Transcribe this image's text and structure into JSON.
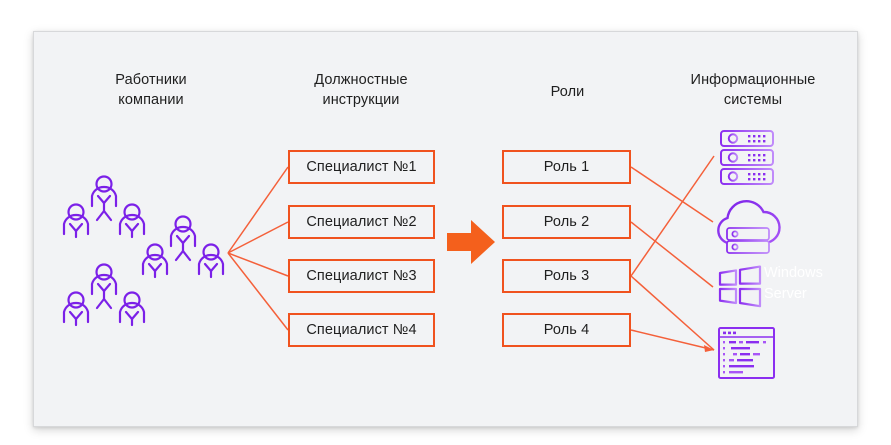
{
  "canvas": {
    "background": "#ffffff",
    "card_background": "#f2f3f5",
    "card_border": "#d7d8da"
  },
  "palette": {
    "orange": "#f0521e",
    "orange_line": "#f4603a",
    "purple": "#7b20e8",
    "purple_light": "#b36bf5",
    "text": "#1f1f1f",
    "white_text": "#ffffff"
  },
  "columns": {
    "employees": {
      "heading": "Работники\nкомпании"
    },
    "jobs": {
      "heading": "Должностные\nинструкции"
    },
    "roles": {
      "heading": "Роли"
    },
    "systems": {
      "heading": "Информационные\nсистемы"
    }
  },
  "employee_groups": [
    {
      "name": "employee-group-top-left"
    },
    {
      "name": "employee-group-bottom-left"
    },
    {
      "name": "employee-group-right"
    }
  ],
  "job_boxes": [
    {
      "label": "Специалист №1"
    },
    {
      "label": "Специалист №2"
    },
    {
      "label": "Специалист №3"
    },
    {
      "label": "Специалист №4"
    }
  ],
  "role_boxes": [
    {
      "label": "Роль 1"
    },
    {
      "label": "Роль 2"
    },
    {
      "label": "Роль 3"
    },
    {
      "label": "Роль 4"
    }
  ],
  "systems": [
    {
      "name": "server-stack-icon",
      "label": ""
    },
    {
      "name": "cloud-server-icon",
      "label": ""
    },
    {
      "name": "windows-server-icon",
      "label": "Windows\nServer"
    },
    {
      "name": "code-editor-icon",
      "label": ""
    }
  ],
  "arrow": {
    "name": "orange-right-arrow",
    "direction": "right"
  },
  "connections": {
    "employees_to_jobs": [
      "Специалист №1",
      "Специалист №2",
      "Специалист №3",
      "Специалист №4"
    ],
    "roles_to_systems": [
      {
        "from": "Роль 1",
        "to": "cloud-server-icon"
      },
      {
        "from": "Роль 2",
        "to": "windows-server-icon"
      },
      {
        "from": "Роль 3",
        "to": "server-stack-icon"
      },
      {
        "from": "Роль 3",
        "to": "code-editor-icon"
      },
      {
        "from": "Роль 4",
        "to": "code-editor-icon"
      }
    ]
  }
}
